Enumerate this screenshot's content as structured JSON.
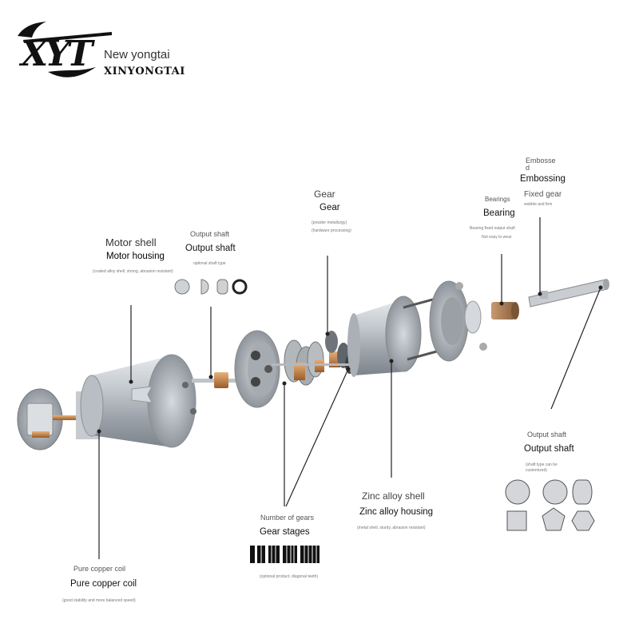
{
  "brand": {
    "name_cn_translation": "New yongtai",
    "name_en": "XINYONGTAI"
  },
  "labels": {
    "embossed_orig": "Embosse\nd",
    "embossing": "Embossing",
    "fixed_gear": "Fixed gear",
    "fixed_gear_note": "wobble and firm",
    "gear_orig": "Gear",
    "gear": "Gear",
    "gear_note1": "(powder metallurgy)",
    "gear_note2": "(hardware processing)",
    "bearings": "Bearings",
    "bearing": "Bearing",
    "bearing_note1": "Bearing fixed output shaft",
    "bearing_note2": "Not easy to wear",
    "motor_shell": "Motor shell",
    "motor_housing": "Motor housing",
    "motor_note": "(coated alloy shell, strong, abrasion resistant)",
    "output_shaft_top_orig": "Output shaft",
    "output_shaft_top": "Output shaft",
    "output_shaft_top_note": "optional shaft type",
    "output_shaft_right_orig": "Output shaft",
    "output_shaft_right": "Output shaft",
    "output_shaft_right_note1": "(shaft type can be",
    "output_shaft_right_note2": "customized)",
    "zinc_orig": "Zinc alloy shell",
    "zinc": "Zinc alloy housing",
    "zinc_note": "(metal shell, sturdy, abrasion resistant)",
    "gears_count": "Number of gears",
    "gear_stages": "Gear stages",
    "gear_stages_note": "(optional product, diagonal teeth)",
    "copper_orig": "Pure copper coil",
    "copper": "Pure copper coil",
    "copper_note": "(good stability and more balanced speed)"
  },
  "icons": {
    "logo": "xyt-logo",
    "shaft_types_top": [
      "round-shaft",
      "d-shaft",
      "double-d-shaft",
      "hollow-shaft"
    ],
    "shaft_types_right": [
      "round-shaft",
      "d-shaft",
      "double-d-shaft",
      "square-shaft",
      "pentagon-shaft",
      "hexagon-shaft"
    ],
    "gear_stage_swatches": 5
  },
  "colors": {
    "accent": "#222222",
    "metal": "#b9bec4",
    "copper": "#c98a4a"
  }
}
